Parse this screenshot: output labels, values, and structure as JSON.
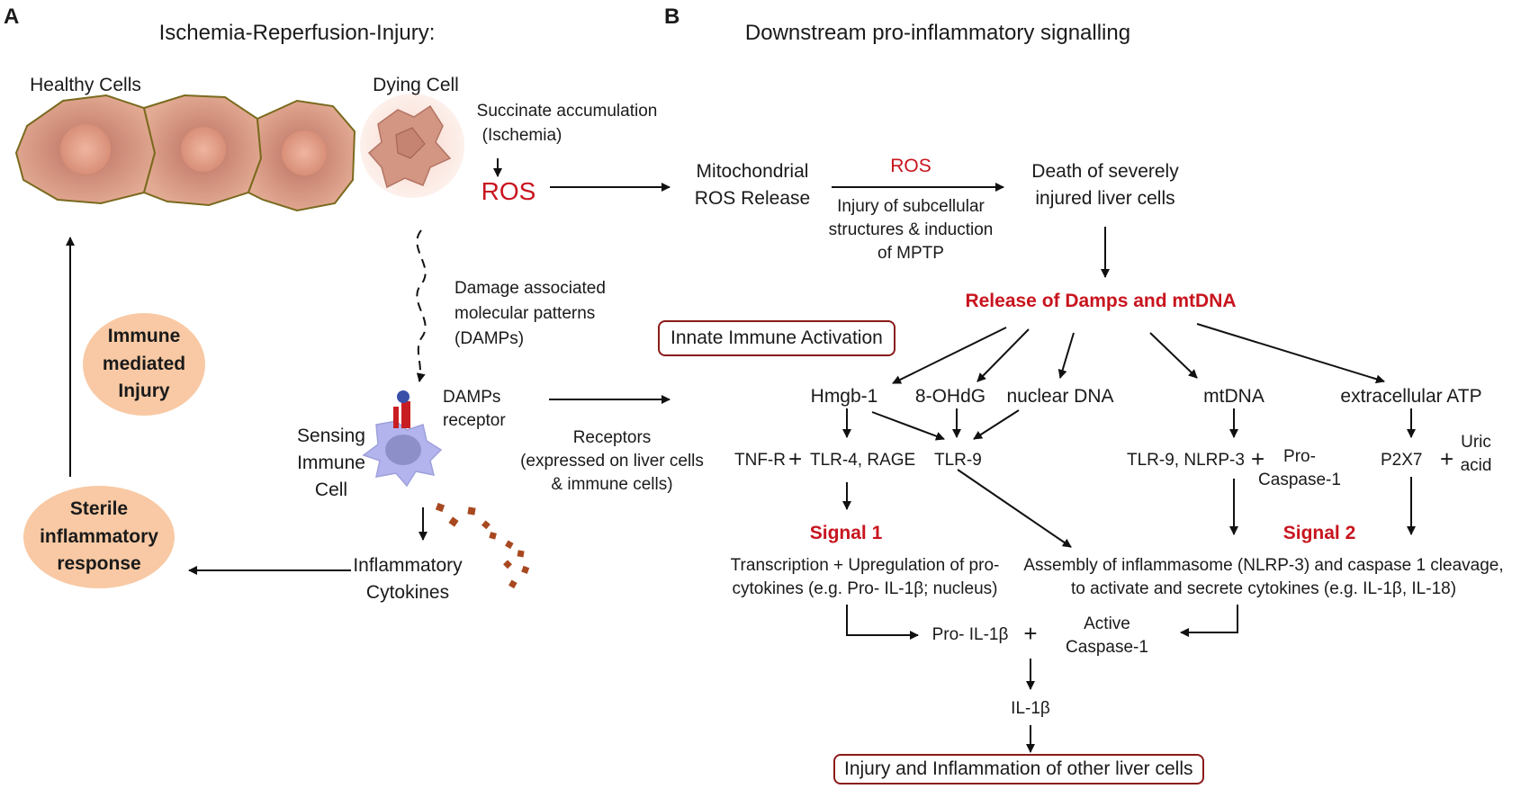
{
  "panel_a": {
    "letter": "A",
    "title": "Ischemia-Reperfusion-Injury:",
    "healthy_cells": "Healthy Cells",
    "dying_cell": "Dying Cell",
    "succinate": [
      "Succinate accumulation",
      "(Ischemia)"
    ],
    "ros": "ROS",
    "damps": [
      "Damage associated",
      "molecular patterns",
      "(DAMPs)"
    ],
    "damps_receptor": [
      "DAMPs",
      "receptor"
    ],
    "sensing_cell": [
      "Sensing",
      "Immune",
      "Cell"
    ],
    "inflammatory_cytokines": [
      "Inflammatory",
      "Cytokines"
    ],
    "sterile_response": [
      "Sterile",
      "inflammatory",
      "response"
    ],
    "immune_injury": [
      "Immune",
      "mediated",
      "Injury"
    ],
    "receptors": [
      "Receptors",
      "(expressed on liver cells",
      "& immune cells)"
    ]
  },
  "panel_b": {
    "letter": "B",
    "title": "Downstream pro-inflammatory signalling",
    "mito_release": [
      "Mitochondrial",
      "ROS Release"
    ],
    "ros": "ROS",
    "injury_note": [
      "Injury of subcellular",
      "structures & induction",
      "of MPTP"
    ],
    "death": [
      "Death of severely",
      "injured liver cells"
    ],
    "release": "Release of Damps and mtDNA",
    "innate": "Innate Immune Activation",
    "hmgb1": "Hmgb-1",
    "ohdg": "8-OHdG",
    "nuclear_dna": "nuclear DNA",
    "mtdna": "mtDNA",
    "atp": "extracellular ATP",
    "tnfr": "TNF-R",
    "plus": "+",
    "tlr4": "TLR-4, RAGE",
    "tlr9": "TLR-9",
    "tlr9_nlrp3": "TLR-9, NLRP-3",
    "pro_caspase": [
      "Pro-",
      "Caspase-1"
    ],
    "p2x7": "P2X7",
    "uric": [
      "Uric",
      "acid"
    ],
    "signal1": "Signal 1",
    "signal2": "Signal 2",
    "transcription": [
      "Transcription + Upregulation of pro-",
      "cytokines (e.g. Pro- IL-1β; nucleus)"
    ],
    "assembly": [
      "Assembly of inflammasome (NLRP-3) and caspase 1 cleavage,",
      "to activate and secrete cytokines (e.g. IL-1β, IL-18)"
    ],
    "pro_il1b": "Pro- IL-1β",
    "active_caspase": [
      "Active",
      "Caspase-1"
    ],
    "il1b": "IL-1β",
    "final": "Injury and Inflammation of other liver cells"
  },
  "colors": {
    "accent_red": "#c8141e",
    "box_border": "#8b1a1a",
    "bubble_fill": "#f8c9a4",
    "cell_fill": "#d99a80",
    "immune_cell": "#b3b4ee"
  }
}
